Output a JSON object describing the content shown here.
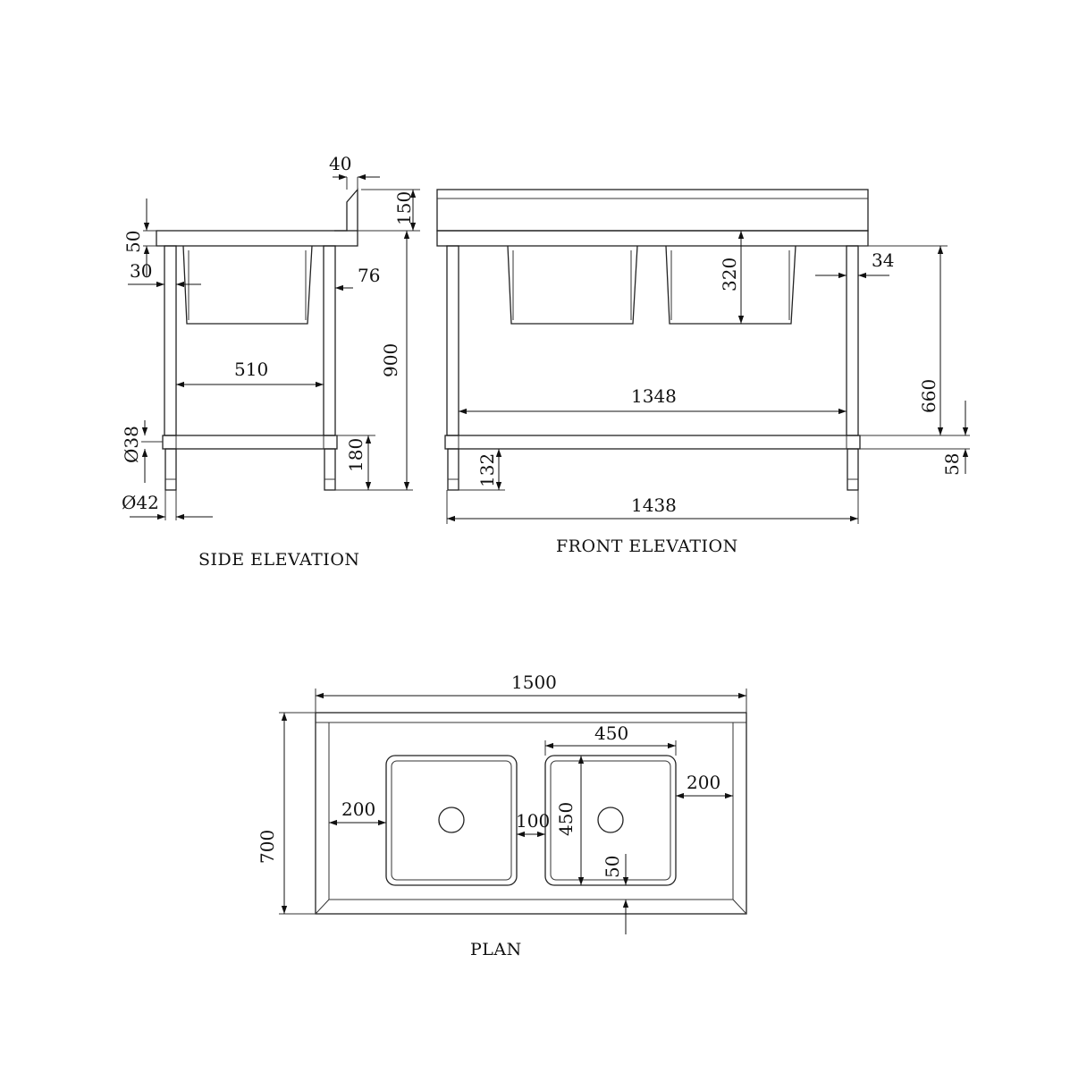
{
  "views": {
    "side": {
      "title": "SIDE ELEVATION",
      "dims": {
        "d40": "40",
        "d150": "150",
        "d50": "50",
        "d30": "30",
        "d76": "76",
        "d510": "510",
        "d900": "900",
        "d38": "Ø38",
        "d180": "180",
        "d42": "Ø42"
      }
    },
    "front": {
      "title": "FRONT ELEVATION",
      "dims": {
        "d320": "320",
        "d34": "34",
        "d660": "660",
        "d1348": "1348",
        "d132": "132",
        "d58": "58",
        "d1438": "1438"
      }
    },
    "plan": {
      "title": "PLAN",
      "dims": {
        "d1500": "1500",
        "d700": "700",
        "d450w": "450",
        "d200r": "200",
        "d200l": "200",
        "d100": "100",
        "d450h": "450",
        "d50": "50"
      }
    }
  }
}
